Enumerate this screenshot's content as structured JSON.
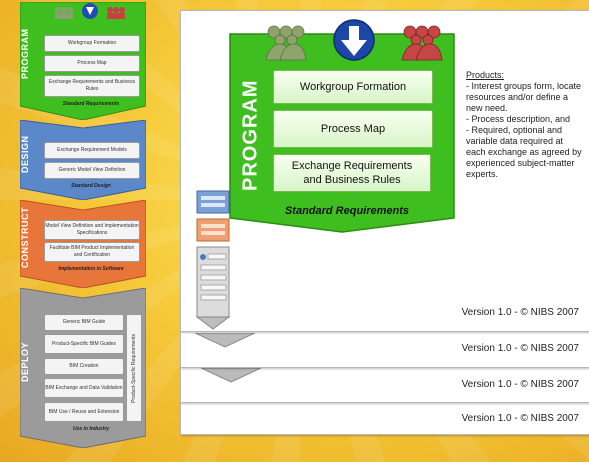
{
  "left_stack": {
    "program": {
      "label": "PROGRAM",
      "items": [
        "Workgroup Formation",
        "Process Map",
        "Exchange Requirements and Business Rules"
      ],
      "footer": "Standard Requirements"
    },
    "design": {
      "label": "DESIGN",
      "items": [
        "Exchange Requirement Models",
        "Generic Model View Definition"
      ],
      "footer": "Standard Design"
    },
    "construct": {
      "label": "CONSTRUCT",
      "items": [
        "Model View Definition and Implementation Specifications",
        "Facilitate BIM Product Implementation and Certification"
      ],
      "footer": "Implementation in Software"
    },
    "deploy": {
      "label": "DEPLOY",
      "items": [
        "Generic BIM Guide",
        "Product-Specific BIM Guides",
        "BIM Creation",
        "BIM Exchange and Data Validation",
        "BIM Use / Reuse and Extension"
      ],
      "side": "Product-Specific Requirements",
      "footer": "Use in Industry"
    }
  },
  "program_detail": {
    "title": "PROGRAM",
    "items": [
      "Workgroup Formation",
      "Process Map",
      "Exchange Requirements and Business Rules"
    ],
    "footer": "Standard Requirements"
  },
  "products": {
    "heading": "Products:",
    "lines": [
      "- Interest groups form, locate resources and/or define a new need.",
      "- Process description, and",
      "- Required, optional and variable data required at each exchange as agreed by experienced subject-matter experts."
    ]
  },
  "versions": [
    "Version 1.0 - © NIBS 2007",
    "Version 1.0 - © NIBS 2007",
    "Version 1.0 - © NIBS 2007",
    "Version 1.0 - © NIBS 2007"
  ],
  "colors": {
    "program": "#3fbf1f",
    "design": "#5b88c8",
    "construct": "#e8763a",
    "deploy": "#9b9b9b",
    "background": "#f6cc3c"
  }
}
